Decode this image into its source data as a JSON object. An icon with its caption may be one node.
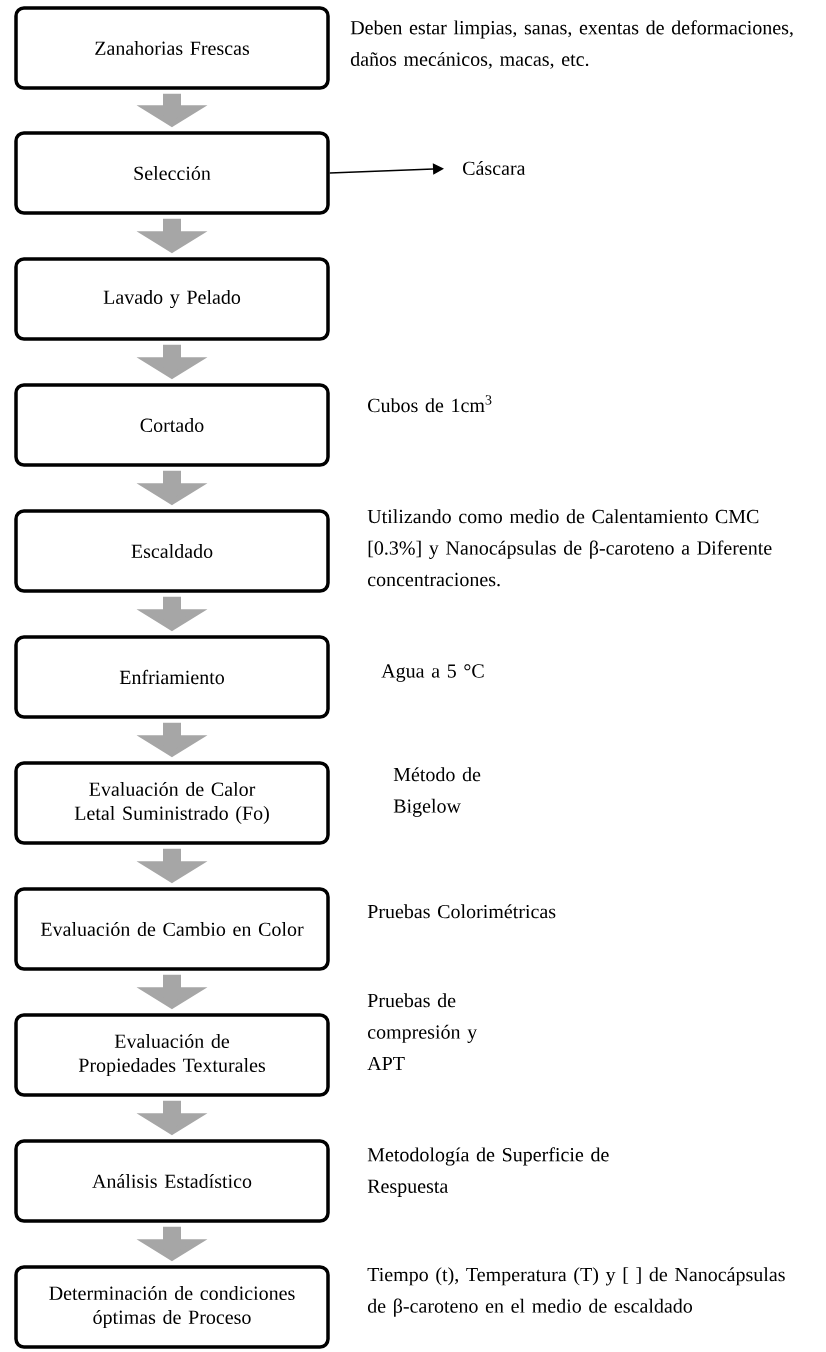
{
  "diagram": {
    "nodes": [
      {
        "text": [
          "Zanahorias Frescas"
        ],
        "beside": [
          "Deben estar limpias, sanas, exentas de deformaciones, daños mecánicos, macas, etc."
        ]
      },
      {
        "text": [
          "Selección"
        ]
      },
      {
        "text": [
          "Lavado y Pelado"
        ]
      },
      {
        "text": [
          "Cortado"
        ],
        "beside": [
          "Cubos de 1cm$^{3}$"
        ]
      },
      {
        "text": [
          "Escaldado"
        ],
        "beside": [
          "Utilizando como medio de Calentamiento CMC [0.3%]  y Nanocápsulas de β-caroteno a Diferente concentraciones."
        ]
      },
      {
        "text": [
          "Enfriamiento"
        ],
        "beside": [
          "Agua a 5 °C"
        ]
      },
      {
        "text": [
          "Evaluación de Calor Letal Suministrado (Fo)"
        ],
        "beside": [
          "Método de Bigelow"
        ]
      },
      {
        "text": [
          "Evaluación de Cambio en Color"
        ],
        "beside": [
          "Pruebas Colorimétricas"
        ]
      },
      {
        "text": [
          "Evaluación de Propiedades Texturales"
        ],
        "beside": [
          "Pruebas de compresión y APT"
        ]
      },
      {
        "text": [
          "Análisis Estadístico"
        ],
        "beside": [
          "Metodología de Superficie de Respuesta"
        ]
      },
      {
        "text": [
          "Determinación de condiciones óptimas de Proceso"
        ],
        "beside": [
          "Tiempo (t), Temperatura (T) y [ ] de Nanocápsulas de β-caroteno en el medio de escaldado"
        ]
      },
      {
        "text": [
          "Cáscara"
        ]
      }
    ],
    "edges": [
      {
        "from": 0,
        "to": 1,
        "arrow": "to"
      },
      {
        "from": 1,
        "to": 2,
        "arrow": "to"
      },
      {
        "from": 2,
        "to": 3,
        "arrow": "to"
      },
      {
        "from": 3,
        "to": 4,
        "arrow": "to"
      },
      {
        "from": 4,
        "to": 5,
        "arrow": "to"
      },
      {
        "from": 5,
        "to": 6,
        "arrow": "to"
      },
      {
        "from": 6,
        "to": 7,
        "arrow": "to"
      },
      {
        "from": 7,
        "to": 8,
        "arrow": "to"
      },
      {
        "from": 8,
        "to": 9,
        "arrow": "to"
      },
      {
        "from": 9,
        "to": 10,
        "arrow": "to"
      },
      {
        "from": 1,
        "to": 11,
        "arrow": "to",
        "color": "#000000"
      }
    ]
  }
}
